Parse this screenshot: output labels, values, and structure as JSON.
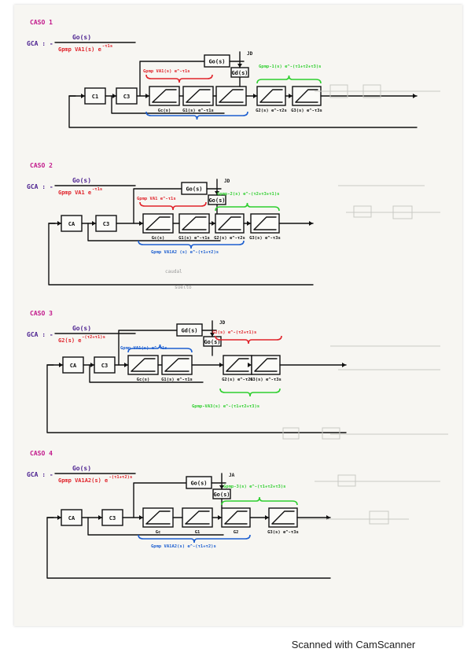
{
  "colors": {
    "heading": "#c2188b",
    "formula": "#4a1f8f",
    "red": "#e0242b",
    "green": "#2fcf2f",
    "blue": "#1d5fd0",
    "ink": "#111111",
    "paper": "#f7f6f2"
  },
  "cases": [
    {
      "heading": "CASO 1",
      "formula_lhs": "GCA : -",
      "formula_num": "Go(s)",
      "formula_den": "Gpmp VA1(s) e",
      "formula_den_exp": "-τ1s",
      "blocks": [
        "C1",
        "C3",
        "Gc(s)",
        "G1(s) e^-τ1s",
        "G2(s) e^-τ2s",
        "G3(s) e^-τ3s"
      ],
      "disturbance": "Go(s)",
      "d_label": "JD",
      "red_label": "Gpmp VA1(s) e^-τ1s",
      "green_label": "Gpmp-1(s) e^-(τ1+τ2+τ3)s",
      "gd_label": "Gd(s)"
    },
    {
      "heading": "CASO 2",
      "formula_lhs": "GCA : -",
      "formula_num": "Go(s)",
      "formula_den": "Gpmp VA1 e",
      "formula_den_exp": "-τ1s",
      "blocks": [
        "CA",
        "C3",
        "Gc(s)",
        "G1(s) e^-τ1s",
        "G2(s) e^-τ2s",
        "G3(s) e^-τ3s"
      ],
      "disturbance": "Go(s)",
      "d_label": "JD",
      "red_label": "Gpmp VA1 e^-τ1s",
      "green_label": "Gpmp-2(s) e^-(τ2+τ3+τ1)s",
      "blue_label": "Gpmp VA1A2 (s) e^-(τ1+τ2)s",
      "note1": "caudal",
      "note2": "suelto",
      "gd_label": "Go(s)"
    },
    {
      "heading": "CASO 3",
      "formula_lhs": "GCA : -",
      "formula_num": "Go(s)",
      "formula_den": "G2(s) e",
      "formula_den_exp": "-(τ2+τ1)s",
      "blocks": [
        "CA",
        "C3",
        "Gc(s)",
        "G1(s) e^-τ1s",
        "G2(s) e^-τ2s",
        "G3(s) e^-τ3s"
      ],
      "disturbance": "Gd(s)",
      "d_label": "JD",
      "blue_label": "Gpmp VA1(s) e^-τ1s",
      "red_label": "G2(s) e^-(τ2+τ1)s",
      "green_label": "Gpmp-VA3(s) e^-(τ1+τ2+τ3)s",
      "gd_label": "Go(s)"
    },
    {
      "heading": "CASO 4",
      "formula_lhs": "GCA : -",
      "formula_num": "Go(s)",
      "formula_den": "Gpmp VA1A2(s) e",
      "formula_den_exp": "-(τ1+τ2)s",
      "blocks": [
        "CA",
        "C3",
        "Gc",
        "G1",
        "G2",
        "G3(s) e^-τ3s"
      ],
      "disturbance": "Go(s)",
      "d_label": "JA",
      "blue_label": "Gpmp VA1A2(s) e^-(τ1+τ2)s",
      "green_label": "Gpmp-3(s) e^-(τ1+τ2+τ3)s",
      "gd_label": "Go(s)"
    }
  ],
  "footer": "Scanned with CamScanner"
}
